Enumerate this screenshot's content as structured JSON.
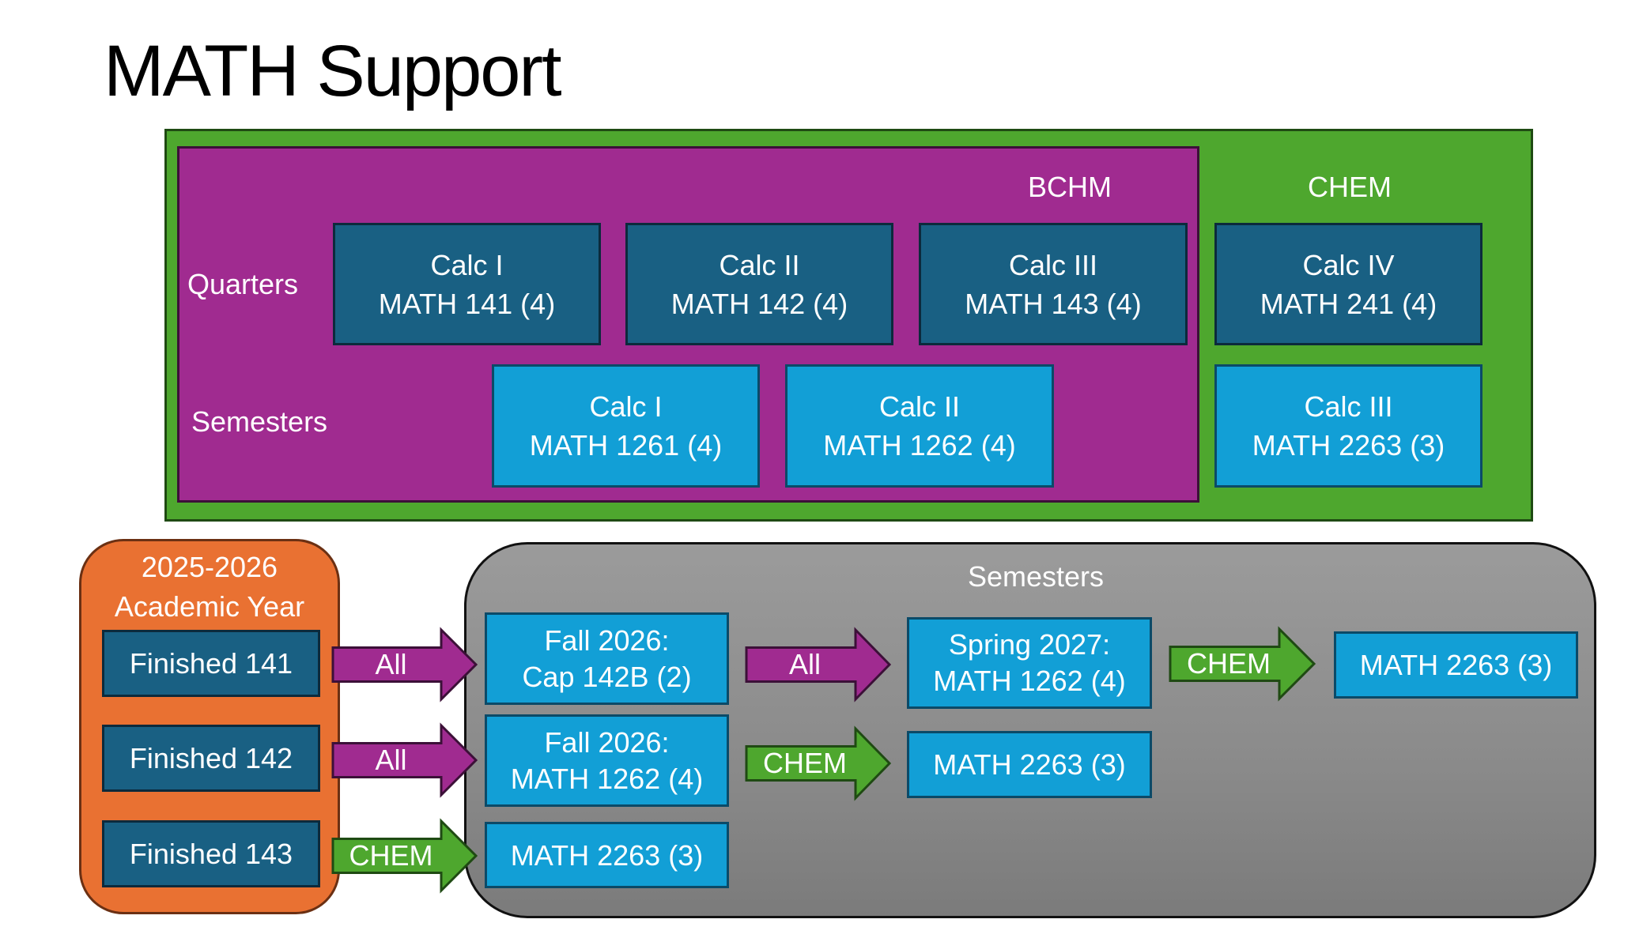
{
  "title": "MATH Support",
  "colors": {
    "bchm": "#a02b90",
    "chem": "#4ea72e",
    "quarter_box": "#196083",
    "semester_box": "#129fd6",
    "academic_year": "#e97132",
    "semesters_panel": "#8f8f8f"
  },
  "top": {
    "bchm_label": "BCHM",
    "chem_label": "CHEM",
    "row_labels": {
      "quarters": "Quarters",
      "semesters": "Semesters"
    },
    "quarters": [
      {
        "name": "Calc I",
        "course": "MATH 141 (4)",
        "group": "BCHM"
      },
      {
        "name": "Calc II",
        "course": "MATH 142 (4)",
        "group": "BCHM"
      },
      {
        "name": "Calc III",
        "course": "MATH 143 (4)",
        "group": "BCHM"
      },
      {
        "name": "Calc IV",
        "course": "MATH 241 (4)",
        "group": "CHEM"
      }
    ],
    "semesters": [
      {
        "name": "Calc I",
        "course": "MATH 1261 (4)",
        "group": "BCHM"
      },
      {
        "name": "Calc II",
        "course": "MATH 1262 (4)",
        "group": "BCHM"
      },
      {
        "name": "Calc III",
        "course": "MATH 2263 (3)",
        "group": "CHEM"
      }
    ]
  },
  "bottom": {
    "academic_year": {
      "line1": "2025-2026",
      "line2": "Academic Year"
    },
    "finished": [
      "Finished 141",
      "Finished 142",
      "Finished 143"
    ],
    "semesters_label": "Semesters",
    "arrows": [
      {
        "label": "All",
        "type": "all"
      },
      {
        "label": "All",
        "type": "all"
      },
      {
        "label": "CHEM",
        "type": "chem"
      },
      {
        "label": "All",
        "type": "all"
      },
      {
        "label": "CHEM",
        "type": "chem"
      },
      {
        "label": "CHEM",
        "type": "chem"
      }
    ],
    "fall": [
      {
        "line1": "Fall 2026:",
        "line2": "Cap 142B (2)"
      },
      {
        "line1": "Fall 2026:",
        "line2": "MATH 1262 (4)"
      },
      {
        "line1": "MATH 2263 (3)"
      }
    ],
    "spring": {
      "line1": "Spring 2027:",
      "line2": "MATH 1262 (4)"
    },
    "spring_alt": "MATH 2263 (3)",
    "final": "MATH 2263 (3)"
  }
}
